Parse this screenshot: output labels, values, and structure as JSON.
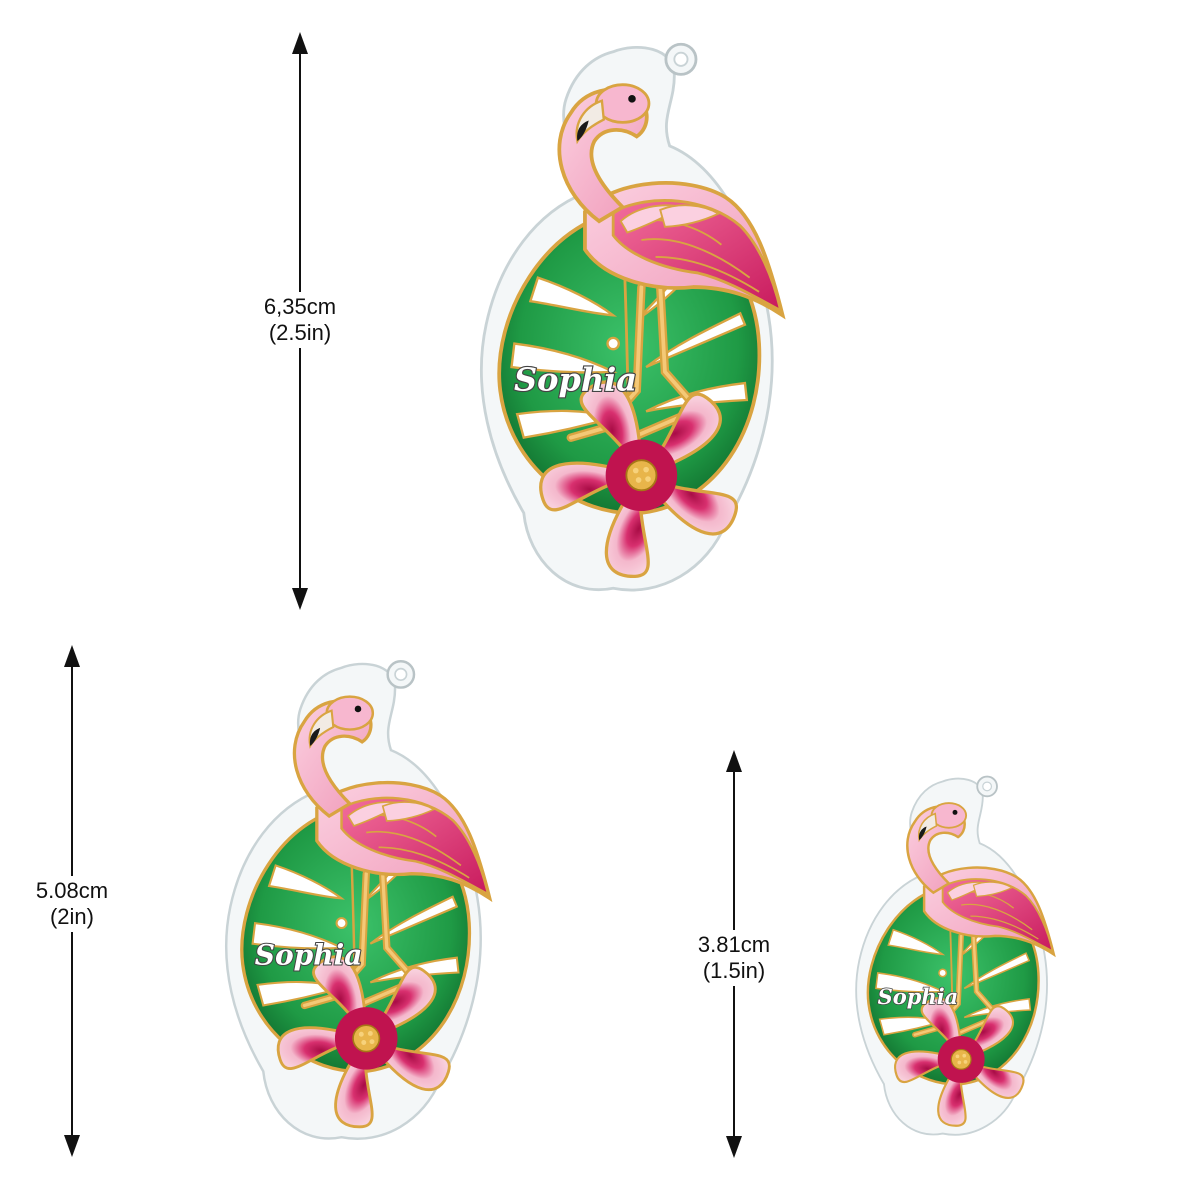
{
  "colors": {
    "leaf": "#1f9a45",
    "leaf_dark": "#0f6a2c",
    "leaf_light": "#3cc26a",
    "flamingo_pink": "#f3a7c4",
    "flamingo_deep": "#d8306f",
    "flower_petal": "#f4b8cc",
    "flower_center": "#c0134f",
    "gold": "#d9a441",
    "beak_tip": "#1a1a1a",
    "arrow": "#111111"
  },
  "ornaments": [
    {
      "id": "large",
      "name": "Sophia",
      "size_cm": "6,35cm",
      "size_in": "(2.5in)",
      "icon": "flamingo-monstera-hibiscus-icon"
    },
    {
      "id": "medium",
      "name": "Sophia",
      "size_cm": "5.08cm",
      "size_in": "(2in)",
      "icon": "flamingo-monstera-hibiscus-icon"
    },
    {
      "id": "small",
      "name": "Sophia",
      "size_cm": "3.81cm",
      "size_in": "(1.5in)",
      "icon": "flamingo-monstera-hibiscus-icon"
    }
  ]
}
